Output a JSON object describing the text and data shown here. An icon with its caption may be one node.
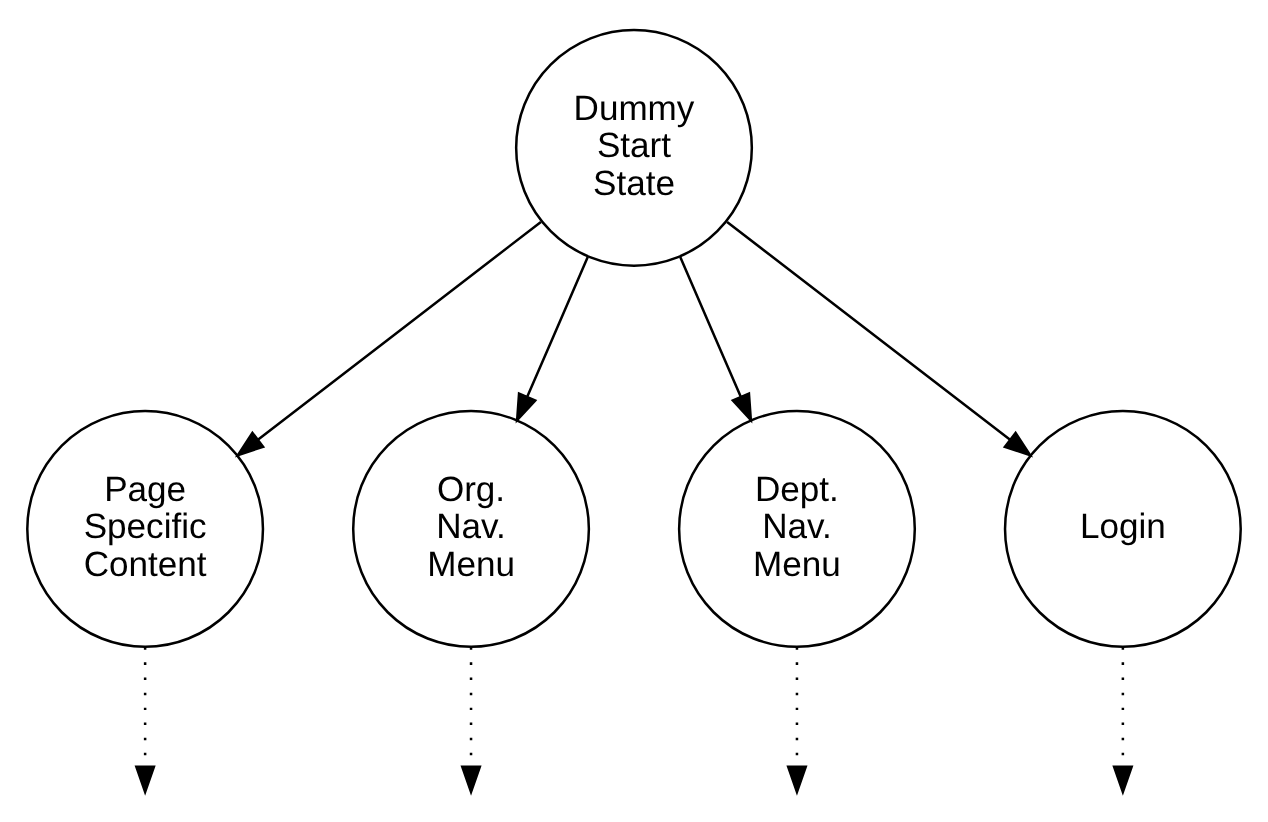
{
  "diagram": {
    "nodes": [
      {
        "text": [
          "Dummy Start State"
        ]
      },
      {
        "text": [
          "Page Specific Content"
        ]
      },
      {
        "text": [
          "Org. Nav. Menu"
        ]
      },
      {
        "text": [
          "Dept. Nav. Menu"
        ]
      },
      {
        "text": [
          "Login"
        ]
      }
    ],
    "edges": [
      {
        "from": 0,
        "to": 1,
        "arrow": "to"
      },
      {
        "from": 0,
        "to": 2,
        "arrow": "to"
      },
      {
        "from": 0,
        "to": 3,
        "arrow": "to"
      },
      {
        "from": 0,
        "to": 4,
        "arrow": "to"
      },
      {
        "from": 1,
        "to": null,
        "arrow": "to",
        "style": "dashed"
      },
      {
        "from": 2,
        "to": null,
        "arrow": "to",
        "style": "dashed"
      },
      {
        "from": 3,
        "to": null,
        "arrow": "to",
        "style": "dashed"
      },
      {
        "from": 4,
        "to": null,
        "arrow": "to",
        "style": "dashed"
      }
    ]
  }
}
